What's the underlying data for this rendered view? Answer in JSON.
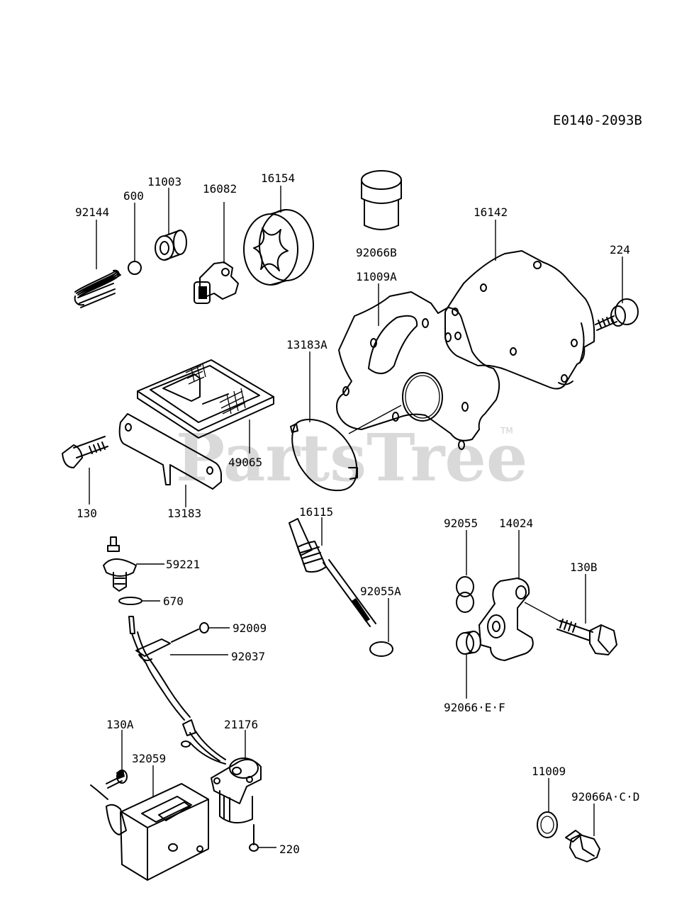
{
  "diagram_code": "E0140-2093B",
  "watermark": "PartsTree",
  "watermark_tm": "TM",
  "parts": [
    {
      "id": "92144",
      "label": "92144"
    },
    {
      "id": "600",
      "label": "600"
    },
    {
      "id": "11003",
      "label": "11003"
    },
    {
      "id": "16082",
      "label": "16082"
    },
    {
      "id": "16154",
      "label": "16154"
    },
    {
      "id": "92066B",
      "label": "92066B"
    },
    {
      "id": "11009A",
      "label": "11009A"
    },
    {
      "id": "16142",
      "label": "16142"
    },
    {
      "id": "224",
      "label": "224"
    },
    {
      "id": "13183A",
      "label": "13183A"
    },
    {
      "id": "49065",
      "label": "49065"
    },
    {
      "id": "130",
      "label": "130"
    },
    {
      "id": "13183",
      "label": "13183"
    },
    {
      "id": "16115",
      "label": "16115"
    },
    {
      "id": "92055A",
      "label": "92055A"
    },
    {
      "id": "92055",
      "label": "92055"
    },
    {
      "id": "14024",
      "label": "14024"
    },
    {
      "id": "130B",
      "label": "130B"
    },
    {
      "id": "92066EF",
      "label": "92066·E·F"
    },
    {
      "id": "59221",
      "label": "59221"
    },
    {
      "id": "670",
      "label": "670"
    },
    {
      "id": "92009",
      "label": "92009"
    },
    {
      "id": "92037",
      "label": "92037"
    },
    {
      "id": "130A",
      "label": "130A"
    },
    {
      "id": "21176",
      "label": "21176"
    },
    {
      "id": "32059",
      "label": "32059"
    },
    {
      "id": "220",
      "label": "220"
    },
    {
      "id": "11009",
      "label": "11009"
    },
    {
      "id": "92066ACD",
      "label": "92066A·C·D"
    }
  ]
}
